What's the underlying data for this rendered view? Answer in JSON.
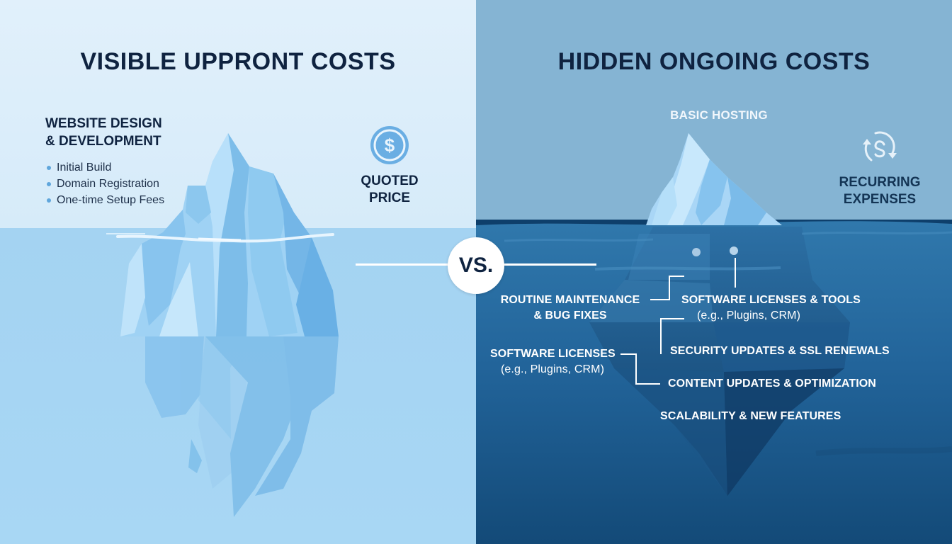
{
  "left": {
    "title": "VISIBLE UPPRONT COSTS",
    "heading_line1": "WEBSITE DESIGN",
    "heading_line2": "& DEVELOPMENT",
    "bullets": [
      "Initial Build",
      "Domain Registration",
      "One-time Setup Fees"
    ],
    "badge": {
      "icon": "dollar-coin-icon",
      "label_line1": "QUOTED",
      "label_line2": "PRICE"
    },
    "colors": {
      "sky": "#dcedfa",
      "water": "#a7d6f3",
      "ice_light": "#c3e4fa",
      "ice_mid": "#8ec8ef",
      "ice_dark": "#6cb2e6",
      "text": "#0f2340"
    }
  },
  "divider": {
    "label": "VS."
  },
  "right": {
    "title": "HIDDEN ONGOING COSTS",
    "tip_label": "BASIC HOSTING",
    "badge": {
      "icon": "recurring-cycle-icon",
      "label_line1": "RECURRING",
      "label_line2": "EXPENSES"
    },
    "items": [
      {
        "line1": "ROUTINE MAINTENANCE",
        "line2": "& BUG FIXES"
      },
      {
        "line1": "SOFTWARE LICENSES & TOOLS",
        "line2": "(e.g., Plugins, CRM)"
      },
      {
        "line1": "SOFTWARE LICENSES",
        "line2": "(e.g., Plugins, CRM)"
      },
      {
        "line1": "SECURITY UPDATES & SSL RENEWALS"
      },
      {
        "line1": "CONTENT UPDATES & OPTIMIZATION"
      },
      {
        "line1": "SCALABILITY & NEW FEATURES"
      }
    ],
    "colors": {
      "sky": "#85b4d3",
      "water_top": "#2f77ab",
      "water_bottom": "#134a78",
      "ice_tip": "#a9d6f6",
      "ice_submerged": "#245f92",
      "text_light": "#ffffff",
      "text_dark": "#133454"
    }
  }
}
